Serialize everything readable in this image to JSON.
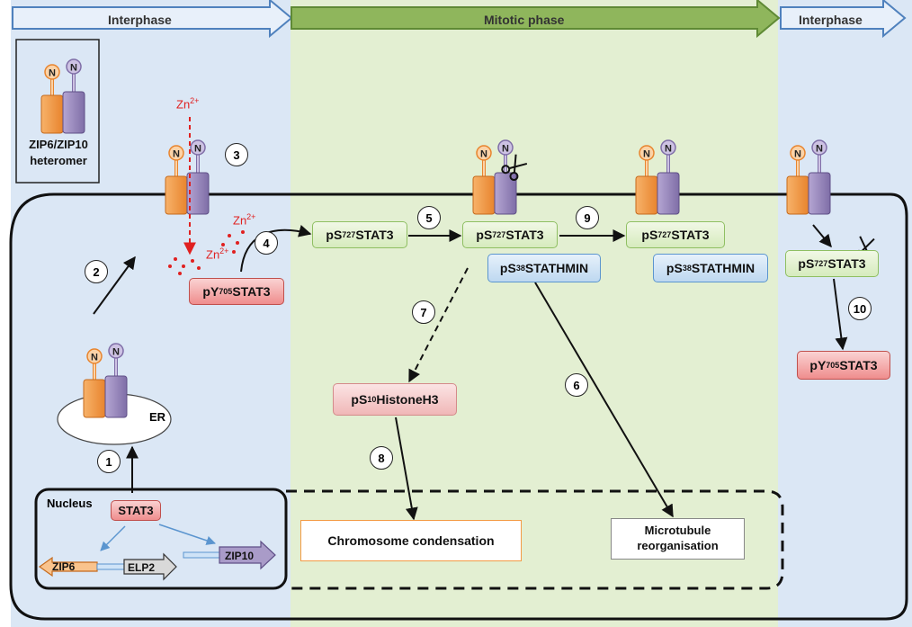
{
  "phases": {
    "left": "Interphase",
    "middle": "Mitotic phase",
    "right": "Interphase"
  },
  "legend": {
    "line1": "ZIP6/ZIP10",
    "line2": "heteromer"
  },
  "labels": {
    "n": "N",
    "er": "ER",
    "nucleus": "Nucleus",
    "zn": "Zn",
    "zn_charge": "2+",
    "chromosome": "Chromosome condensation",
    "microtubule_line1": "Microtubule",
    "microtubule_line2": "reorganisation"
  },
  "proteins": {
    "stat3": "STAT3",
    "py_prefix": "pY",
    "py_sup": "705",
    "py_suffix": "STAT3",
    "ps_prefix": "pS",
    "ps_sup": "727",
    "ps_suffix": "STAT3",
    "st_prefix": "pS",
    "st_sup": "38",
    "st_suffix": "STATHMIN",
    "h3_prefix": "pS",
    "h3_sup": "10",
    "h3_suffix": "HistoneH3"
  },
  "genes": {
    "zip6": "ZIP6",
    "elp2": "ELP2",
    "zip10": "ZIP10"
  },
  "steps": [
    "1",
    "2",
    "3",
    "4",
    "5",
    "6",
    "7",
    "8",
    "9",
    "10"
  ],
  "colors": {
    "interphase_bg": "#dbe7f5",
    "mitotic_bg": "#e3efd2",
    "zip6": "#f39a45",
    "zip10": "#9c8bbd",
    "interphase_arrow": "#4f81bd",
    "mitotic_arrow": "#77a144",
    "zinc": "#e02020"
  }
}
